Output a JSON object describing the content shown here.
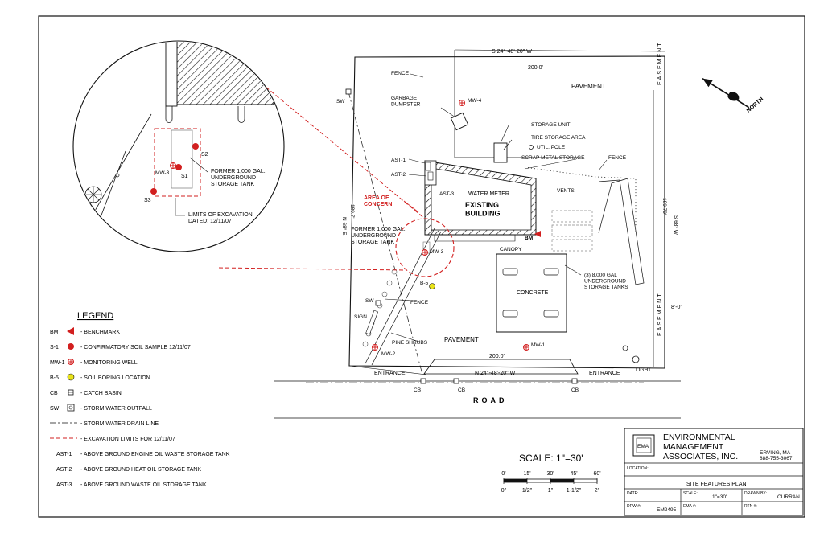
{
  "plan": {
    "road_label": "ROAD",
    "bearing_top": "S 24°-48'-20\" W",
    "dist_top": "200.0'",
    "bearing_bottom": "N 24°-48'-20\" W",
    "dist_bottom": "200.0'",
    "bearing_left": "N 68° E",
    "dist_left": "189.7'",
    "bearing_right": "S 68° W",
    "dist_right": "189.70'",
    "offset_right": "8'-0\"",
    "easement": "EASEMENT",
    "north": "NORTH",
    "labels": {
      "fence_top": "FENCE",
      "sw_top": "SW",
      "garbage": "GARBAGE\nDUMPSTER",
      "mw4": "MW-4",
      "pavement_top": "PAVEMENT",
      "storage_unit": "STORAGE UNIT",
      "tire_storage": "TIRE STORAGE AREA",
      "util_pole": "UTIL. POLE",
      "scrap_metal": "SCRAP METAL STORAGE",
      "fence_right": "FENCE",
      "ast1": "AST-1",
      "ast2": "AST-2",
      "ast3": "AST-3",
      "water_meter": "WATER METER",
      "vents": "VENTS",
      "existing_building": "EXISTING\nBUILDING",
      "area_of_concern": "AREA OF\nCONCERN",
      "bm": "BM",
      "former_tank": "FORMER 1,000 GAL.\nUNDERGROUND\nSTORAGE TANK",
      "mw3": "MW-3",
      "canopy": "CANOPY",
      "concrete": "CONCRETE",
      "tanks_8000": "(3) 8,000 GAL\nUNDERGROUND\nSTORAGE TANKS",
      "b5": "B-5",
      "sw_mid": "SW",
      "fence_mid": "FENCE",
      "sign": "SIGN",
      "pine_shrubs": "PINE SHRUBS",
      "pavement_bottom": "PAVEMENT",
      "mw1": "MW-1",
      "mw2": "MW-2",
      "entrance_left": "ENTRANCE",
      "entrance_right": "ENTRANCE",
      "light": "LIGHT",
      "cb": "CB"
    }
  },
  "inset": {
    "s2": "S2",
    "s1": "S1",
    "s3": "S3",
    "mw3": "MW-3",
    "former_tank": "FORMER 1,000 GAL.\nUNDERGROUND\nSTORAGE TANK",
    "limits": "LIMITS OF EXCAVATION\nDATED: 12/11/07"
  },
  "legend": {
    "title": "LEGEND",
    "items": [
      {
        "code": "BM",
        "symbol": "benchmark-triangle",
        "desc": "BENCHMARK"
      },
      {
        "code": "S-1",
        "symbol": "soil-sample-dot",
        "desc": "CONFIRMATORY SOIL SAMPLE 12/11/07"
      },
      {
        "code": "MW-1",
        "symbol": "monitoring-well",
        "desc": "MONITORING WELL"
      },
      {
        "code": "B-5",
        "symbol": "soil-boring-dot",
        "desc": "SOIL BORING LOCATION"
      },
      {
        "code": "CB",
        "symbol": "catch-basin",
        "desc": "CATCH BASIN"
      },
      {
        "code": "SW",
        "symbol": "storm-outfall",
        "desc": "STORM WATER OUTFALL"
      },
      {
        "code": "",
        "symbol": "drain-line",
        "desc": "STORM WATER DRAIN LINE"
      },
      {
        "code": "",
        "symbol": "excavation-line",
        "desc": "EXCAVATION LIMITS FOR 12/11/07"
      },
      {
        "code": "AST-1",
        "symbol": "",
        "desc": "ABOVE GROUND ENGINE OIL WASTE STORAGE TANK"
      },
      {
        "code": "AST-2",
        "symbol": "",
        "desc": "ABOVE GROUND HEAT OIL STORAGE TANK"
      },
      {
        "code": "AST-3",
        "symbol": "",
        "desc": "ABOVE GROUND WASTE OIL STORAGE TANK"
      }
    ],
    "colors": {
      "red": "#d21f1f",
      "yellow": "#e8e21a"
    }
  },
  "scale": {
    "title": "SCALE: 1\"=30'",
    "feet": [
      "0'",
      "15'",
      "30'",
      "45'",
      "60'"
    ],
    "inches": [
      "0\"",
      "1/2\"",
      "1\"",
      "1-1/2\"",
      "2\""
    ]
  },
  "title_block": {
    "company": "ENVIRONMENTAL\nMANAGEMENT\nASSOCIATES, INC.",
    "logo": "EMA",
    "city": "ERVING, MA",
    "phone": "888-755-3067",
    "location_label": "LOCATION:",
    "sheet_title": "SITE FEATURES PLAN",
    "date_label": "DATE:",
    "scale_label": "SCALE:",
    "scale_value": "1\"=30'",
    "drawn_by_label": "DRAWN BY:",
    "drawn_by_value": "CURRAN",
    "drw_label": "DRW #:",
    "drw_value": "EM2495",
    "ema_label": "EMA #:",
    "rtn_label": "RTN #:"
  }
}
